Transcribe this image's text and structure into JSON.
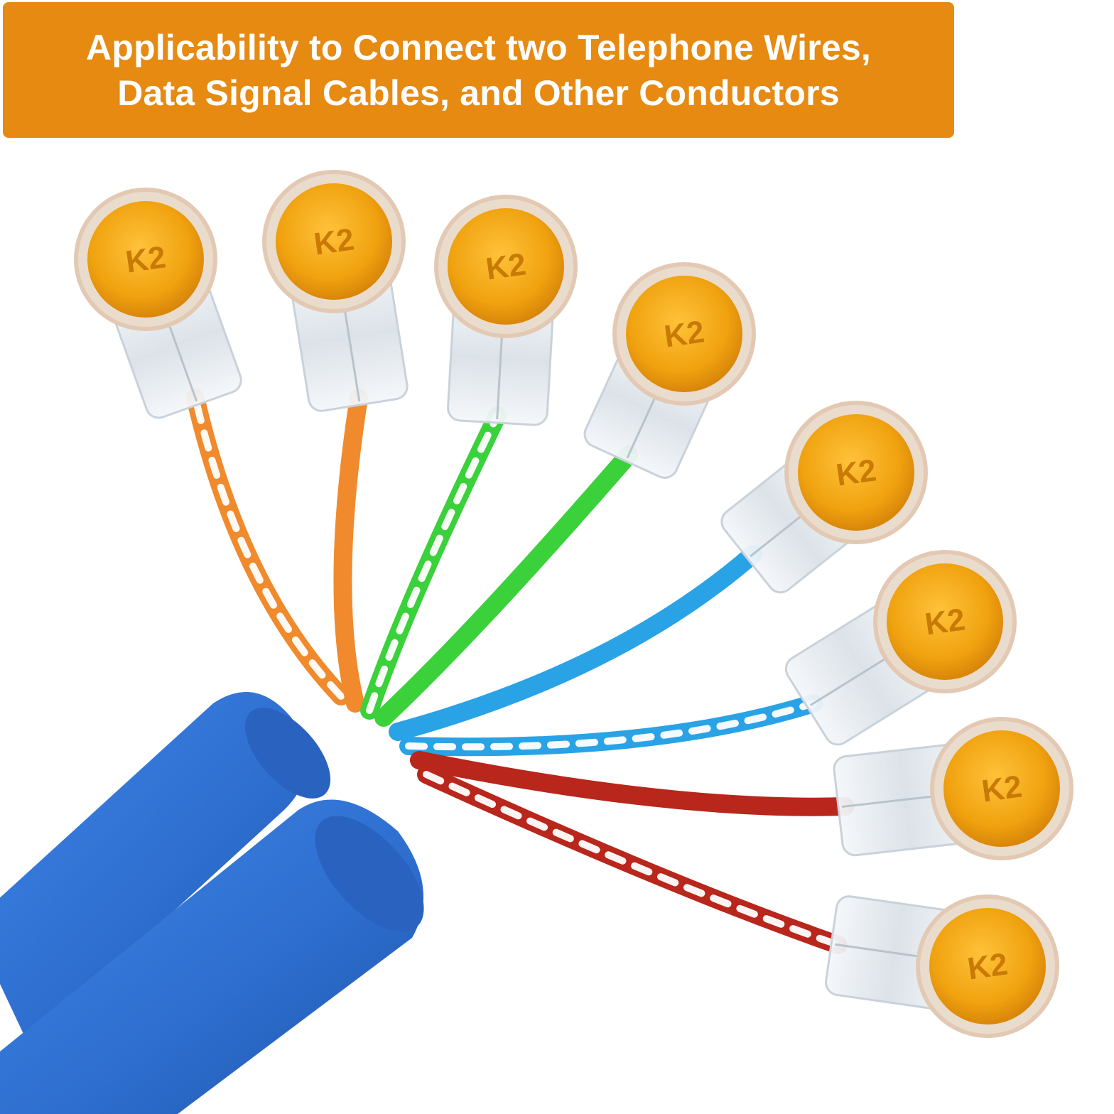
{
  "banner": {
    "line1": "Applicability to Connect two Telephone Wires,",
    "line2": "Data Signal Cables, and Other Conductors",
    "background_color": "#e68a12",
    "text_color": "#ffffff"
  },
  "connector": {
    "label": "K2",
    "cap_color": "#f0a20f",
    "housing_color": "#e9dccd"
  },
  "cable": {
    "jacket_color": "#2e6fd0"
  },
  "wire_pairs": [
    {
      "name": "orange-white",
      "color": "#f08a2c",
      "stripe": "#ffffff"
    },
    {
      "name": "orange",
      "color": "#f08a2c",
      "stripe": "#f08a2c"
    },
    {
      "name": "green-white",
      "color": "#3bd13b",
      "stripe": "#ffffff"
    },
    {
      "name": "green",
      "color": "#3bd13b",
      "stripe": "#3bd13b"
    },
    {
      "name": "blue",
      "color": "#29a3e6",
      "stripe": "#29a3e6"
    },
    {
      "name": "blue-white",
      "color": "#29a3e6",
      "stripe": "#ffffff"
    },
    {
      "name": "red",
      "color": "#b8261c",
      "stripe": "#b8261c"
    },
    {
      "name": "red-white",
      "color": "#b8261c",
      "stripe": "#ffffff"
    }
  ]
}
